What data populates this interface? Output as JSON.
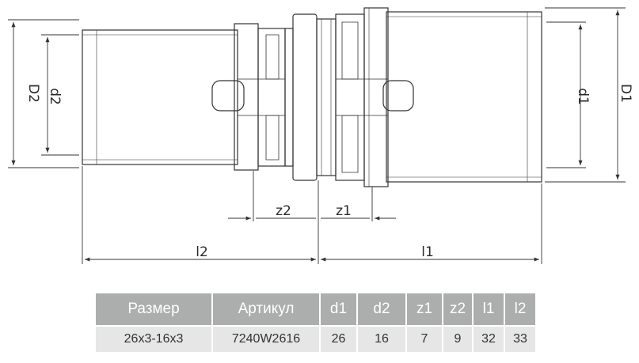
{
  "dimensions": {
    "D1": "D1",
    "D2": "D2",
    "d1": "d1",
    "d2": "d2",
    "z1": "z1",
    "z2": "z2",
    "l1": "l1",
    "l2": "l2"
  },
  "table": {
    "headers": [
      "Размер",
      "Артикул",
      "d1",
      "d2",
      "z1",
      "z2",
      "l1",
      "l2"
    ],
    "rows": [
      [
        "26x3-16x3",
        "7240W2616",
        "26",
        "16",
        "7",
        "9",
        "32",
        "33"
      ]
    ]
  },
  "colors": {
    "line": "#333333",
    "header_bg": "#acadad",
    "cell_bg": "#e6e6e6"
  }
}
